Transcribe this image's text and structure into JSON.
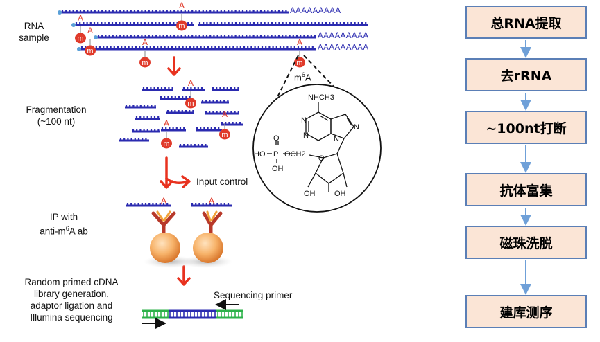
{
  "left_panel": {
    "rna_sample_label": [
      "RNA",
      "sample"
    ],
    "polyA": "AAAAAAAAA",
    "m_letter": "m",
    "a_letter": "A",
    "fragmentation_label": [
      "Fragmentation",
      "(~100 nt)"
    ],
    "m6a_label": {
      "base": "m",
      "sup": "6",
      "tail": "A"
    },
    "input_control": "Input control",
    "ip_label_line1": "IP with",
    "ip_label_line2": {
      "pre": "anti-m",
      "sup": "6",
      "post": "A ab"
    },
    "library_label": [
      "Random primed cDNA",
      "library generation,",
      "adaptor ligation and",
      "Illumina sequencing"
    ],
    "sequencing_primer": "Sequencing primer"
  },
  "structure": {
    "nhch3": "NHCH3",
    "n_atom": "N",
    "oh": "OH",
    "ho": "HO",
    "p_atom": "P",
    "o_atom": "O",
    "och2": "OCH2"
  },
  "flow_steps": [
    "总RNA提取",
    "去rRNA",
    "~100nt打断",
    "抗体富集",
    "磁珠洗脱",
    "建库测序"
  ],
  "colors": {
    "rna": "#2b2bb0",
    "red_arrow": "#e8321f",
    "m_circle": "#e03a2a",
    "box_fill": "#fbe5d6",
    "box_border": "#5b7fb6",
    "flow_arrow": "#6fa0d8",
    "adaptor": "#2db24a",
    "bead": "#f3a35c"
  }
}
